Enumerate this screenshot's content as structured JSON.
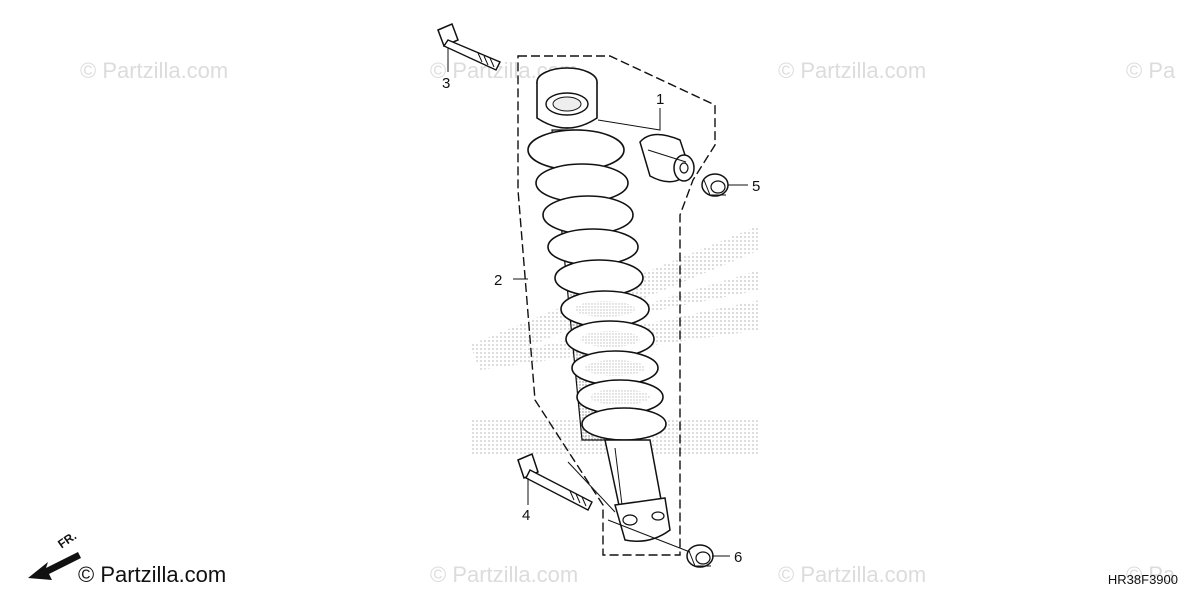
{
  "watermarks": [
    "© Partzilla.com",
    "© Partzilla.com",
    "© Partzilla.com",
    "© Pa",
    "© Partzilla.com",
    "© Partzilla.com",
    "© Pa"
  ],
  "brand_text": "© Partzilla.com",
  "direction_label": "FR.",
  "diagram_code": "HR38F3900",
  "callouts": [
    "1",
    "2",
    "3",
    "4",
    "5",
    "6"
  ],
  "colors": {
    "ink": "#111111",
    "watermark": "#dcdcdc",
    "honda_dots": "#c8c8c8"
  }
}
